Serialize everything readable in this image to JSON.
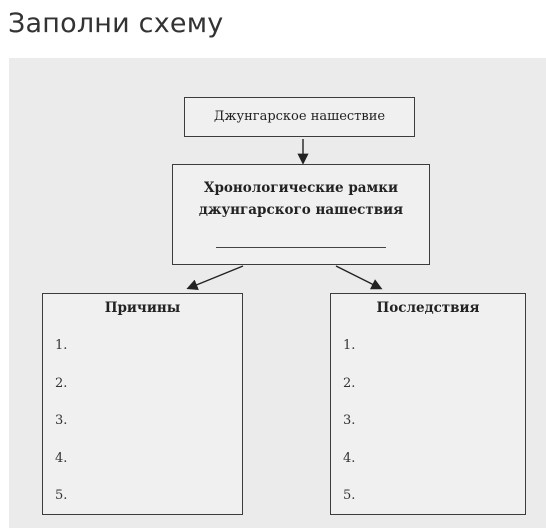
{
  "header": {
    "title": "Заполни схему"
  },
  "diagram": {
    "invasion": "Джунгарское нашествие",
    "chrono_line1": "Хронологические рамки",
    "chrono_line2": "джунгарского нашествия",
    "causes_title": "Причины",
    "effects_title": "Последствия",
    "causes_items": [
      "1.",
      "2.",
      "3.",
      "4.",
      "5."
    ],
    "effects_items": [
      "1.",
      "2.",
      "3.",
      "4.",
      "5."
    ]
  }
}
